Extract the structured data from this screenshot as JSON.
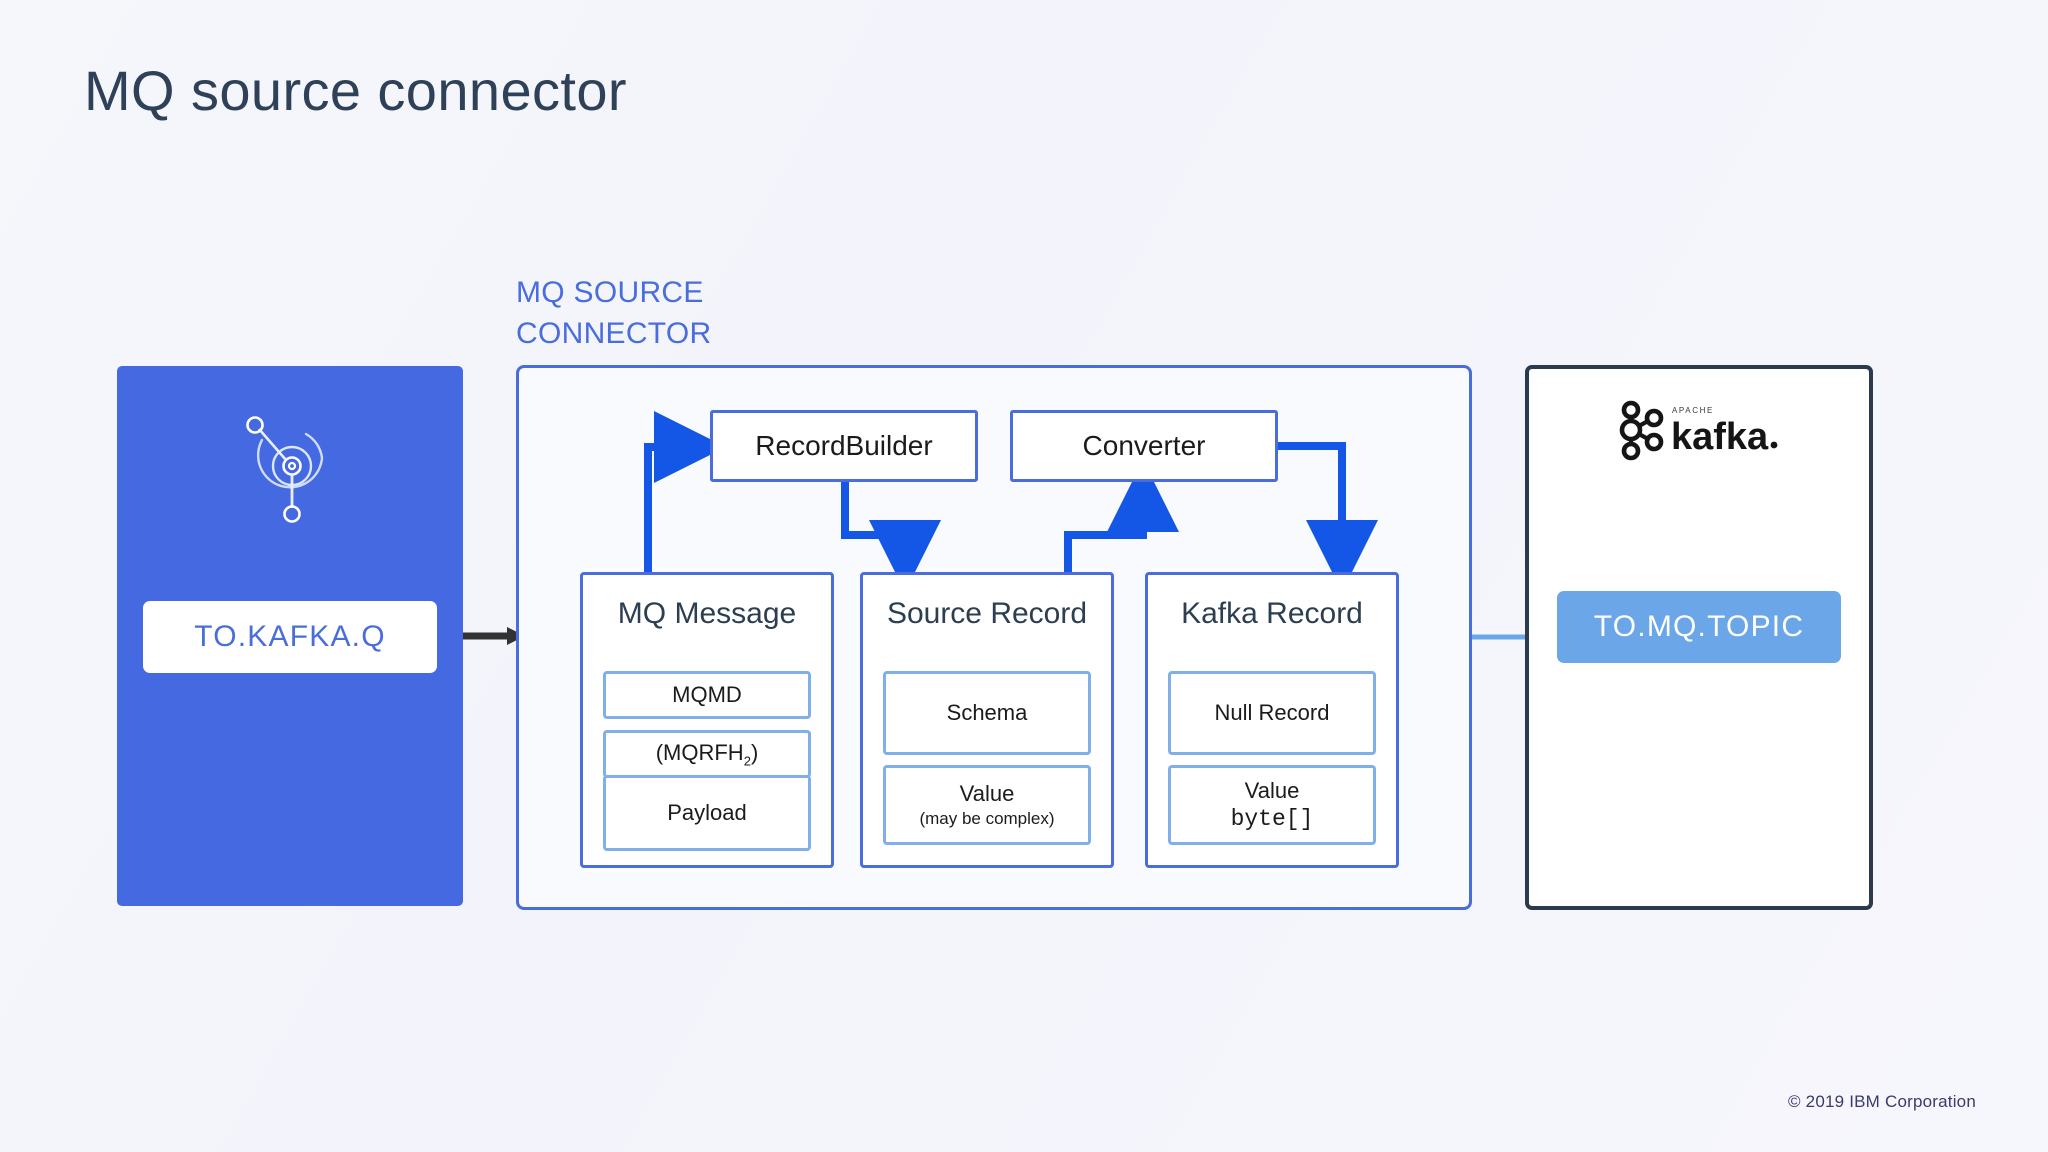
{
  "page": {
    "title": "MQ source connector",
    "footer": "© 2019 IBM Corporation",
    "background_color": "#f5f7fb",
    "title_color": "#2f4158"
  },
  "connector": {
    "label_line1": "MQ SOURCE",
    "label_line2": "CONNECTOR",
    "label_color": "#4a6ddc",
    "border_color": "#4a6ddc",
    "fill_color": "#f9fafd"
  },
  "mq_panel": {
    "icon": "mq-orbit-icon",
    "background_color": "#4569e0",
    "queue_name": "TO.KAFKA.Q",
    "queue_text_color": "#4a6ddc"
  },
  "kafka_panel": {
    "logo": "apache-kafka-logo",
    "logo_wordmark": "kafka",
    "logo_supertext": "APACHE",
    "border_color": "#2b3b4d",
    "topic_name": "TO.MQ.TOPIC",
    "topic_chip_color": "#6aa6e8",
    "topic_text_color": "#ffffff"
  },
  "processors": [
    {
      "name": "record-builder",
      "label": "RecordBuilder"
    },
    {
      "name": "converter",
      "label": "Converter"
    }
  ],
  "structures": [
    {
      "name": "mq-message",
      "title": "MQ Message",
      "fields": [
        {
          "label": "MQMD"
        },
        {
          "label": "(MQRFH2)",
          "label_prefix": "(MQRFH",
          "label_sub": "2",
          "label_suffix": ")"
        },
        {
          "label": "Payload"
        }
      ]
    },
    {
      "name": "source-record",
      "title": "Source Record",
      "fields": [
        {
          "label": "Schema"
        },
        {
          "label": "Value",
          "note": "(may be complex)"
        }
      ]
    },
    {
      "name": "kafka-record",
      "title": "Kafka Record",
      "fields": [
        {
          "label": "Null Record"
        },
        {
          "label": "Value",
          "mono": "byte[]"
        }
      ]
    }
  ],
  "flows": [
    {
      "from": "mq-message",
      "to": "record-builder"
    },
    {
      "from": "record-builder",
      "to": "source-record"
    },
    {
      "from": "source-record",
      "to": "converter"
    },
    {
      "from": "converter",
      "to": "kafka-record"
    },
    {
      "from": "mq-queue",
      "to": "mq-source-connector"
    },
    {
      "from": "mq-source-connector",
      "to": "kafka-topic"
    }
  ],
  "colors": {
    "flow_arrow": "#1457e6",
    "inbound_arrow": "#333333",
    "outbound_arrow": "#6aa6e8",
    "sub_box_border": "#7fb0ea"
  }
}
